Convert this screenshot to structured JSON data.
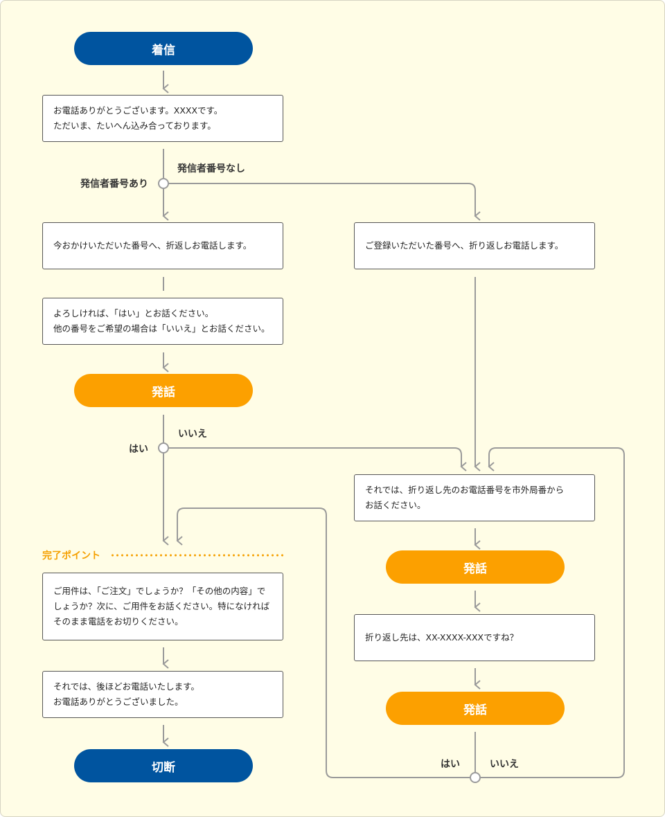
{
  "colors": {
    "background": "#fffde6",
    "blue": "#00549f",
    "orange": "#fca000",
    "line": "#9a9a9a",
    "point": "#f5a000"
  },
  "nodes": {
    "incoming": "着信",
    "greeting": "お電話ありがとうございます。XXXXです。\nただいま、たいへん込み合っております。",
    "callback_this_number": "今おかけいただいた番号へ、折返しお電話します。",
    "callback_registered": "ご登録いただいた番号へ、折り返しお電話します。",
    "confirm": "よろしければ、「はい」とお話ください。\n他の番号をご希望の場合は「いいえ」とお話ください。",
    "speak_1": "発話",
    "ask_number": "それでは、折り返し先のお電話番号を市外局番から\nお話ください。",
    "speak_2": "発話",
    "confirm_number": "折り返し先は、XX-XXXX-XXXですね？",
    "speak_3": "発話",
    "purpose": "ご用件は、「ご注文」でしょうか？「その他の内容」で\nしょうか？次に、ご用件をお話ください。特になければ\nそのまま電話をお切りください。",
    "closing": "それでは、後ほどお電話いたします。\nお電話ありがとうございました。",
    "disconnect": "切断"
  },
  "labels": {
    "has_caller_id": "発信者番号あり",
    "no_caller_id": "発信者番号なし",
    "yes_1": "はい",
    "no_1": "いいえ",
    "yes_2": "はい",
    "no_2": "いいえ",
    "completion_point": "完了ポイント"
  }
}
